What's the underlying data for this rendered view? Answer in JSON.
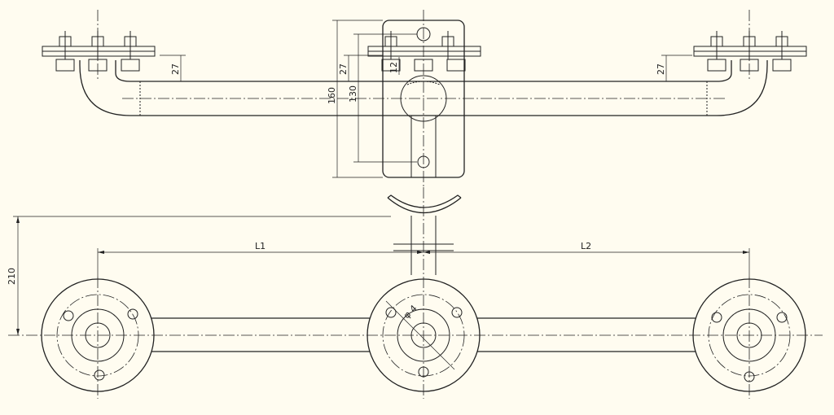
{
  "colors": {
    "background": "#fffcf0",
    "line": "#222222"
  },
  "dimensions": {
    "left_27": "27",
    "center_27": "27",
    "center_12": "12",
    "d160": "160",
    "d130": "130",
    "right_27": "27",
    "d210": "210",
    "L1": "L1",
    "L2": "L2",
    "phi4": "φ 4"
  }
}
